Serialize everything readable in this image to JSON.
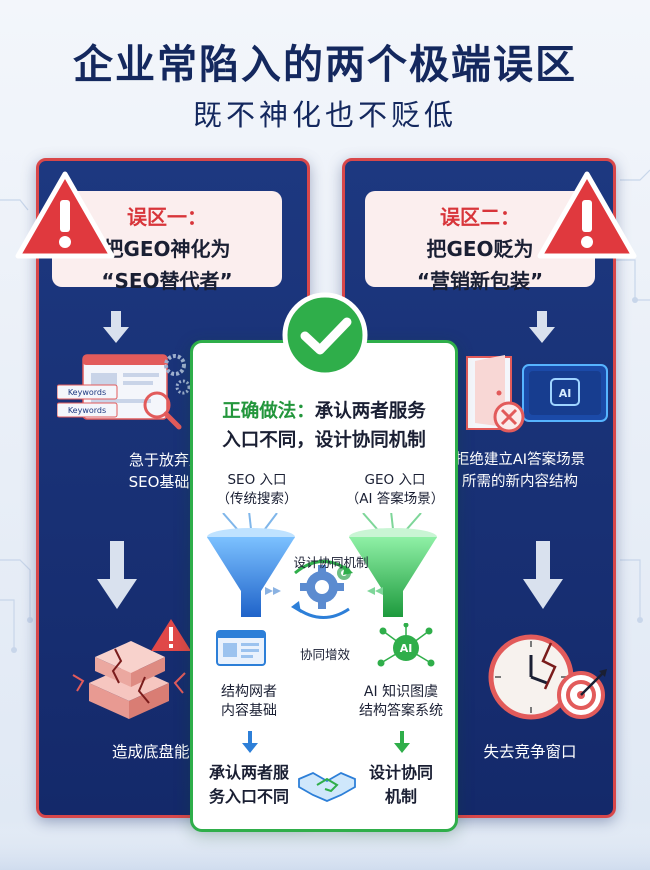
{
  "header": {
    "title": "企业常陷入的两个极端误区",
    "subtitle": "既不神化也不贬低"
  },
  "left_panel": {
    "label": "误区一：",
    "line1": "把GEO神化为",
    "line2": "“SEO替代者”",
    "icon_keyword_1": "Keywords",
    "icon_keyword_2": "Keywords",
    "step1": [
      "急于放弃原有",
      "SEO基础工作"
    ],
    "step2": "造成底盘能力断层"
  },
  "right_panel": {
    "label": "误区二：",
    "line1": "把GEO贬为",
    "line2": "“营销新包装”",
    "ai_badge": "AI",
    "step1": [
      "拒绝建立AI答案场景",
      "所需的新内容结构"
    ],
    "step2": "失去竞争窗口"
  },
  "center_panel": {
    "title_prefix": "正确做法：",
    "title_rest_1": "承认两者服务",
    "title_rest_2": "入口不同，设计协同机制",
    "seo_entry": [
      "SEO 入口",
      "（传统搜索）"
    ],
    "geo_entry": [
      "GEO 入口",
      "（AI 答案场景）"
    ],
    "mechanism_label": "设计协同机制",
    "synergy_label": "协同增效",
    "ai_node": "AI",
    "seo_base": [
      "结构网者",
      "内容基础"
    ],
    "geo_base": [
      "AI 知识图虞",
      "结构答案系统"
    ],
    "bottom_left": [
      "承认两者服",
      "务入口不同"
    ],
    "bottom_right": [
      "设计协同",
      "机制"
    ]
  },
  "colors": {
    "navy": "#14285e",
    "panel": "#1d3880",
    "alert_red": "#d8474a",
    "green": "#2fae4a",
    "seo_blue": "#2d7fd8"
  }
}
